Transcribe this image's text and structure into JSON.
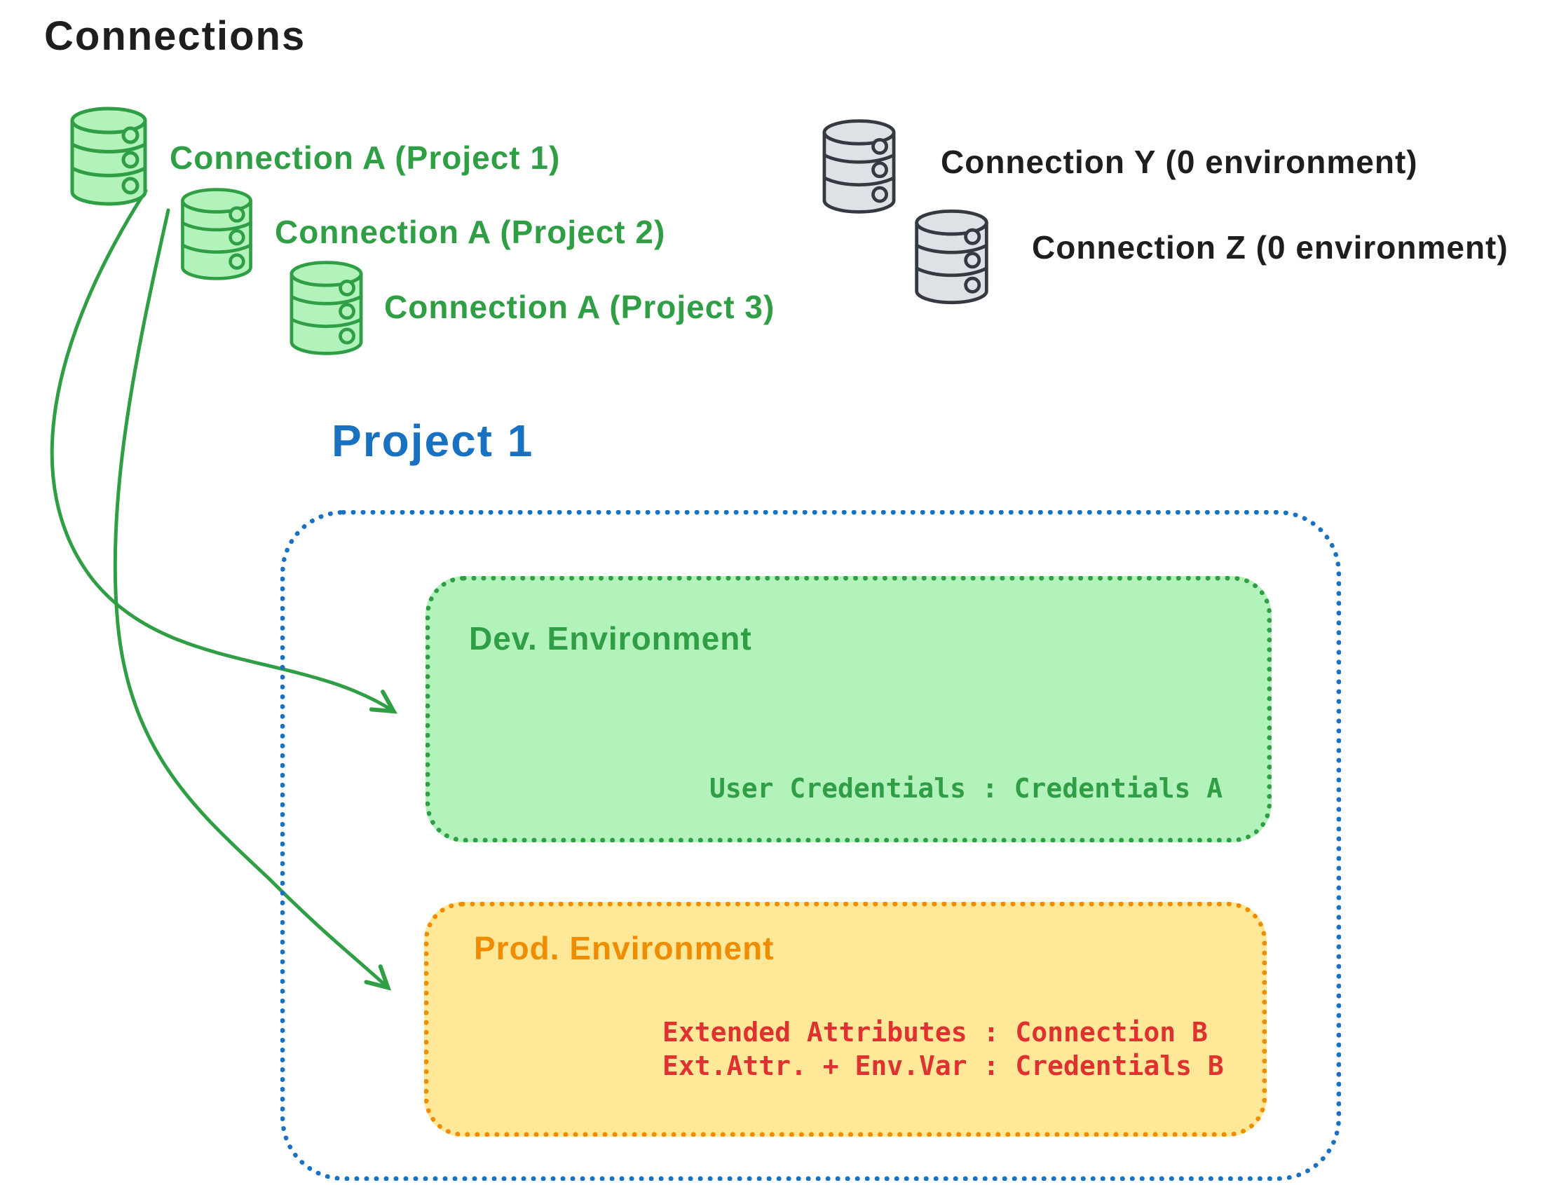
{
  "title": "Connections",
  "green_connections": [
    {
      "label": "Connection A (Project 1)"
    },
    {
      "label": "Connection A (Project 2)"
    },
    {
      "label": "Connection A (Project 3)"
    }
  ],
  "gray_connections": [
    {
      "label": "Connection Y (0 environment)"
    },
    {
      "label": "Connection Z (0 environment)"
    }
  ],
  "project": {
    "title": "Project 1",
    "dev_environment": {
      "title": "Dev. Environment",
      "credentials_line": "User Credentials : Credentials A"
    },
    "prod_environment": {
      "title": "Prod. Environment",
      "line1": "Extended Attributes : Connection B",
      "line2": "Ext.Attr. + Env.Var : Credentials B"
    }
  },
  "colors": {
    "green": "#2f9e44",
    "green_fill": "#b2f2bb",
    "blue": "#1971c2",
    "orange": "#f08c00",
    "yellow_fill": "#ffe999",
    "red": "#e03131",
    "black": "#1e1e1e",
    "gray_fill": "#dee2e6",
    "gray_stroke": "#343a40"
  }
}
